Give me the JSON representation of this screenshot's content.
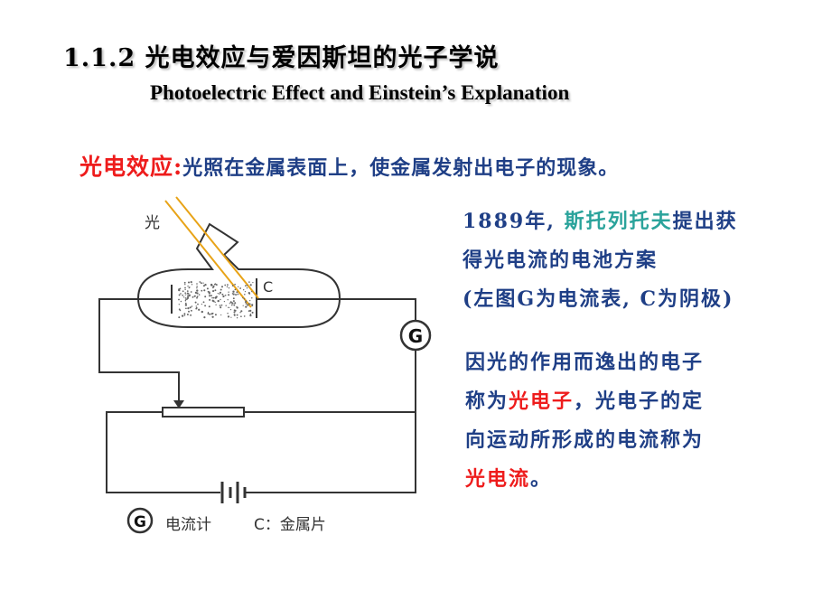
{
  "title": {
    "zh": "1.1.2 光电效应与爱因斯坦的光子学说",
    "en": "Photoelectric Effect and Einstein’s Explanation"
  },
  "definition": {
    "term": "光电效应",
    "colon": ":",
    "text": "光照在金属表面上，使金属发射出电子的现象。"
  },
  "history": {
    "year": "1889年,",
    "scientist": "斯托列托夫",
    "text1": "提出获",
    "line2": "得光电流的电池方案",
    "line3": "(左图G为电流表, C为阴极)"
  },
  "photoelectron": {
    "line1": "因光的作用而逸出的电子",
    "line2_a": "称为",
    "line2_term": "光电子",
    "line2_b": "，光电子的定",
    "line3": "向运动所形成的电流称为",
    "line4_term": "光电流",
    "line4_end": "。"
  },
  "diagram": {
    "light_label": "光",
    "cathode_label": "C",
    "galvanometer_symbol": "G",
    "legend_g_text": "电流计",
    "legend_c_text": "C：金属片"
  },
  "colors": {
    "blue": "#1f3f86",
    "red": "#ee1c1c",
    "teal": "#2aa39b",
    "light_ray": "#e8a317"
  }
}
